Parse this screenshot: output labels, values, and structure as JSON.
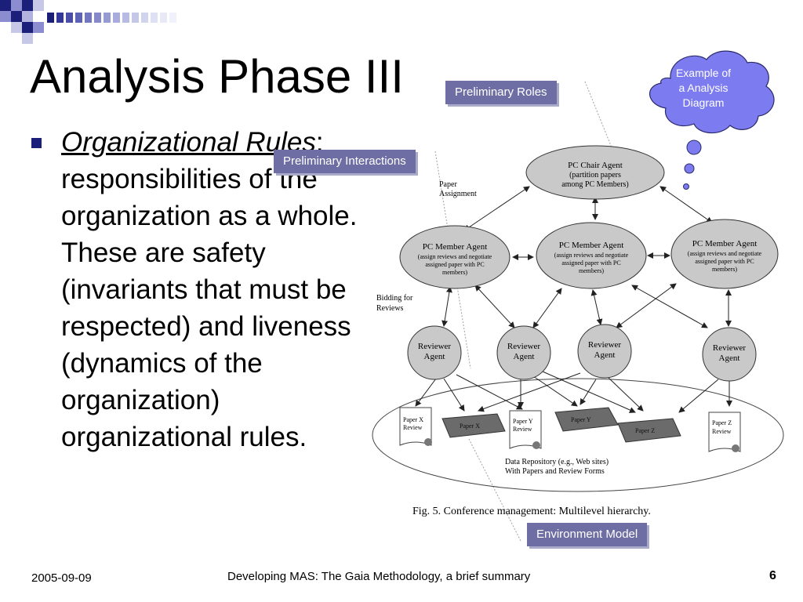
{
  "slide": {
    "title": "Analysis Phase III",
    "bullet_term": "Organizational Rules",
    "bullet_colon": ":",
    "bullet_text": "responsibilities of the organization as a whole. These are safety (invariants that must be respected) and liveness (dynamics of the organization) organizational rules."
  },
  "callouts": {
    "preliminary_roles": "Preliminary Roles",
    "preliminary_interactions": "Preliminary Interactions",
    "environment_model": "Environment Model"
  },
  "cloud": {
    "line1": "Example of",
    "line2": "a Analysis",
    "line3": "Diagram"
  },
  "figure": {
    "chair_line1": "PC Chair Agent",
    "chair_line2": "(partition papers",
    "chair_line3": "among PC Members)",
    "member_title": "PC Member Agent",
    "member_line1": "(assign reviews and negotiate",
    "member_line2": "assigned paper with PC",
    "member_line3": "members)",
    "reviewer_line1": "Reviewer",
    "reviewer_line2": "Agent",
    "paper_assignment_1": "Paper",
    "paper_assignment_2": "Assignment",
    "bidding_1": "Bidding for",
    "bidding_2": "Reviews",
    "paper_x_review_1": "Paper X",
    "paper_x_review_2": "Review",
    "paper_x": "Paper X",
    "paper_y_review_1": "Paper Y",
    "paper_y_review_2": "Review",
    "paper_y": "Paper Y",
    "paper_z": "Paper Z",
    "paper_z_review_1": "Paper Z",
    "paper_z_review_2": "Review",
    "repo_1": "Data Repository (e.g., Web sites)",
    "repo_2": "With Papers and Review Forms",
    "caption": "Fig. 5.   Conference management: Multilevel hierarchy."
  },
  "footer": {
    "date": "2005-09-09",
    "title": "Developing MAS: The Gaia Methodology, a brief summary",
    "page": "6"
  },
  "colors": {
    "accent": "#1b1f7a",
    "callout": "#6e6ea4",
    "cloud": "#7c7cf0"
  }
}
